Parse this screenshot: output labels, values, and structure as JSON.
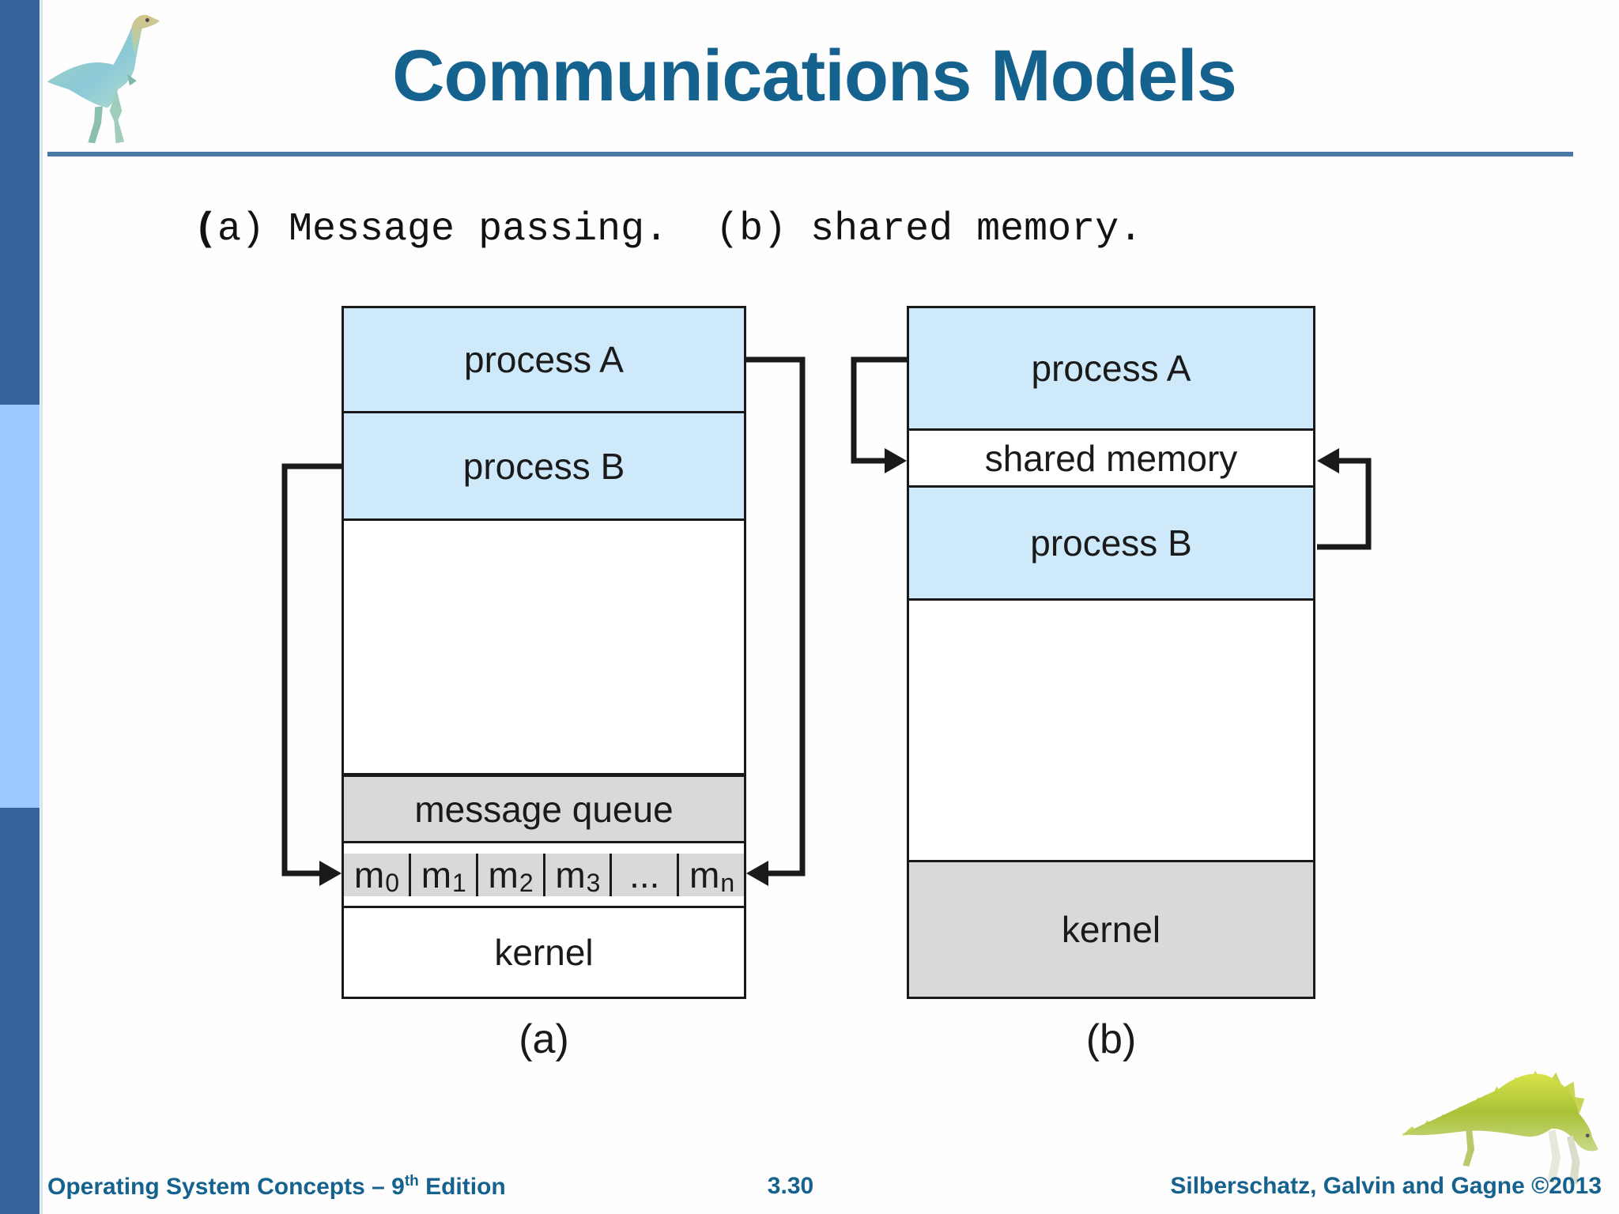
{
  "slide": {
    "title": "Communications Models",
    "caption_bold": "(",
    "caption_rest": "a) Message passing.  (b) shared memory."
  },
  "colors": {
    "title_blue": "#16628F",
    "rule_blue": "#4A79A8",
    "sidebar_dark": "#36639B",
    "sidebar_light": "#99C9FF",
    "process_box_blue": "#CDE9FA",
    "section_gray": "#D9D9D9",
    "diagram_line": "#1A1A1A"
  },
  "diagram_a": {
    "label": "(a)",
    "sections": {
      "process_a": "process A",
      "process_b": "process B",
      "message_queue": "message queue",
      "kernel": "kernel"
    },
    "queue_cells": [
      {
        "base": "m",
        "sub": "0"
      },
      {
        "base": "m",
        "sub": "1"
      },
      {
        "base": "m",
        "sub": "2"
      },
      {
        "base": "m",
        "sub": "3"
      },
      {
        "base": "...",
        "sub": ""
      },
      {
        "base": "m",
        "sub": "n"
      }
    ]
  },
  "diagram_b": {
    "label": "(b)",
    "sections": {
      "process_a": "process A",
      "shared_memory": "shared memory",
      "process_b": "process B",
      "kernel": "kernel"
    }
  },
  "footer": {
    "left_pre": "Operating System Concepts – 9",
    "left_sup": "th",
    "left_post": " Edition",
    "page": "3.30",
    "right": "Silberschatz, Galvin and Gagne ©2013"
  }
}
